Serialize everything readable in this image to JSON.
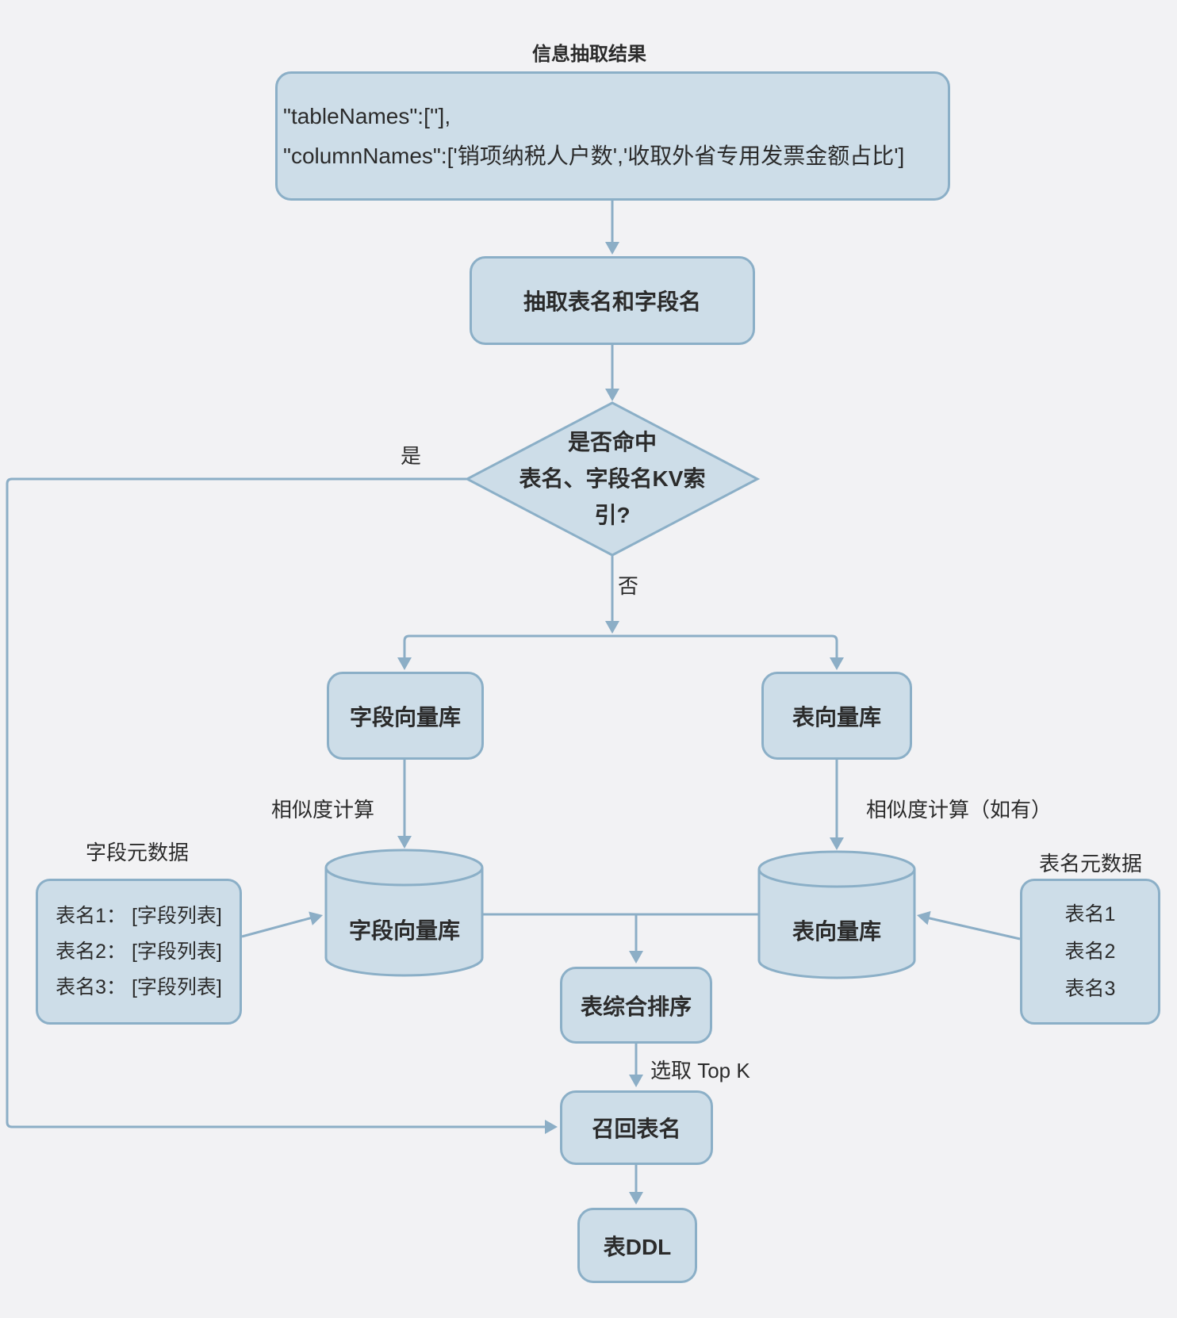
{
  "title": "信息抽取结果",
  "colors": {
    "background": "#f2f2f4",
    "node_fill": "#cddde8",
    "node_border": "#8bafc7",
    "line": "#8caec6",
    "text": "#2b2b2b"
  },
  "nodes": {
    "extraction_result": {
      "line1": "\"tableNames\":[''],",
      "line2": "\"columnNames\":['销项纳税人户数','收取外省专用发票金额占比']"
    },
    "extract_step": {
      "label": "抽取表名和字段名"
    },
    "kv_decision": {
      "line1": "是否命中",
      "line2": "表名、字段名KV索",
      "line3": "引?"
    },
    "field_vector_store": {
      "label": "字段向量库"
    },
    "table_vector_store": {
      "label": "表向量库"
    },
    "field_vector_db": {
      "label": "字段向量库"
    },
    "table_vector_db": {
      "label": "表向量库"
    },
    "field_metadata": {
      "title": "字段元数据",
      "lines": [
        "表名1： [字段列表]",
        "表名2： [字段列表]",
        "表名3： [字段列表]"
      ]
    },
    "table_metadata": {
      "title": "表名元数据",
      "lines": [
        "表名1",
        "表名2",
        "表名3"
      ]
    },
    "table_ranking": {
      "label": "表综合排序"
    },
    "table_recall": {
      "label": "召回表名"
    },
    "table_ddl": {
      "label": "表DDL"
    }
  },
  "edges": {
    "yes": "是",
    "no": "否",
    "similarity": "相似度计算",
    "similarity_if_any": "相似度计算（如有）",
    "select_top_k": "选取 Top K"
  }
}
